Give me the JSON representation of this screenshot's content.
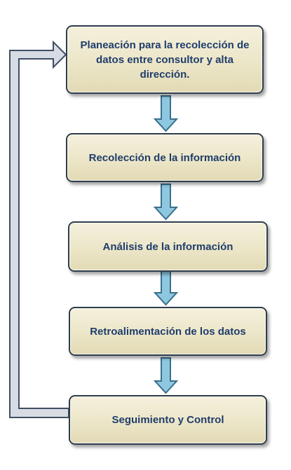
{
  "diagram": {
    "steps": [
      {
        "label": "Planeación para la recolección de datos entre consultor y alta dirección."
      },
      {
        "label": "Recolección de la información"
      },
      {
        "label": "Análisis de la información"
      },
      {
        "label": "Retroalimentación de los datos"
      },
      {
        "label": "Seguimiento y Control"
      }
    ],
    "colors": {
      "box_fill": "#ece6c8",
      "box_border": "#2e3d4f",
      "text": "#1f3d6b",
      "arrow_fill": "#8ec8e0",
      "arrow_stroke": "#3a6f8c",
      "feedback_fill": "#d7dce4",
      "feedback_stroke": "#3f4e63"
    }
  }
}
